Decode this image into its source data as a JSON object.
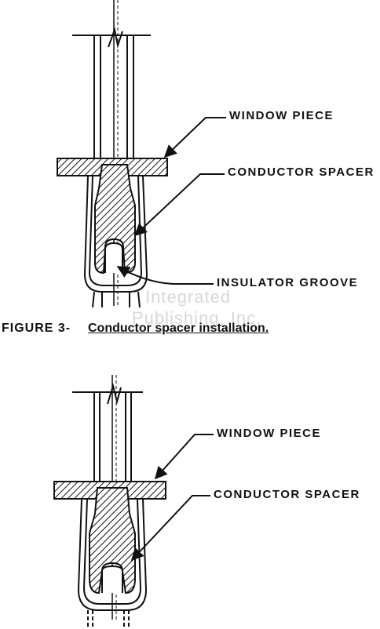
{
  "figure1": {
    "labels": {
      "window_piece": "WINDOW PIECE",
      "conductor_spacer": "CONDUCTOR SPACER",
      "insulator_groove": "INSULATOR GROOVE"
    },
    "caption": {
      "prefix": "FIGURE 3-",
      "text": "Conductor spacer installation."
    }
  },
  "figure2": {
    "labels": {
      "window_piece": "WINDOW PIECE",
      "conductor_spacer": "CONDUCTOR SPACER"
    }
  },
  "watermark": {
    "line1": "Integrated",
    "line2": "Publishing, Inc."
  }
}
